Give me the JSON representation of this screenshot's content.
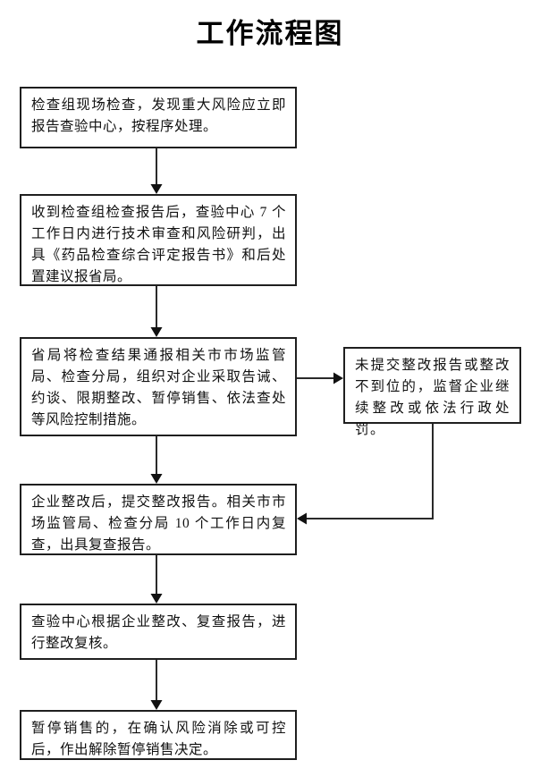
{
  "title": "工作流程图",
  "colors": {
    "background": "#ffffff",
    "box_border": "#1f1f1f",
    "text": "#111111",
    "connector": "#2a2a2a"
  },
  "flowchart": {
    "boxes": [
      {
        "id": "step-1",
        "text": "检查组现场检查，发现重大风险应立即报告查验中心，按程序处理。"
      },
      {
        "id": "step-2",
        "text": "收到检查组检查报告后，查验中心 7 个工作日内进行技术审查和风险研判，出具《药品检查综合评定报告书》和后处置建议报省局。"
      },
      {
        "id": "step-3",
        "text": "省局将检查结果通报相关市市场监管局、检查分局，组织对企业采取告诫、约谈、限期整改、暂停销售、依法查处等风险控制措施。"
      },
      {
        "id": "side-remedy",
        "text": "未提交整改报告或整改不到位的，监督企业继续整改或依法行政处罚。"
      },
      {
        "id": "step-4",
        "text": "企业整改后，提交整改报告。相关市市场监管局、检查分局 10 个工作日内复查，出具复查报告。"
      },
      {
        "id": "step-5",
        "text": "查验中心根据企业整改、复查报告，进行整改复核。"
      },
      {
        "id": "step-6",
        "text": "暂停销售的，在确认风险消除或可控后，作出解除暂停销售决定。"
      }
    ],
    "connections": [
      {
        "from": "step-1",
        "to": "step-2",
        "direction": "down"
      },
      {
        "from": "step-2",
        "to": "step-3",
        "direction": "down"
      },
      {
        "from": "step-3",
        "to": "side-remedy",
        "direction": "right"
      },
      {
        "from": "step-3",
        "to": "step-4",
        "direction": "down"
      },
      {
        "from": "side-remedy",
        "to": "step-4",
        "direction": "down-left"
      },
      {
        "from": "step-4",
        "to": "step-5",
        "direction": "down"
      },
      {
        "from": "step-5",
        "to": "step-6",
        "direction": "down"
      }
    ]
  }
}
